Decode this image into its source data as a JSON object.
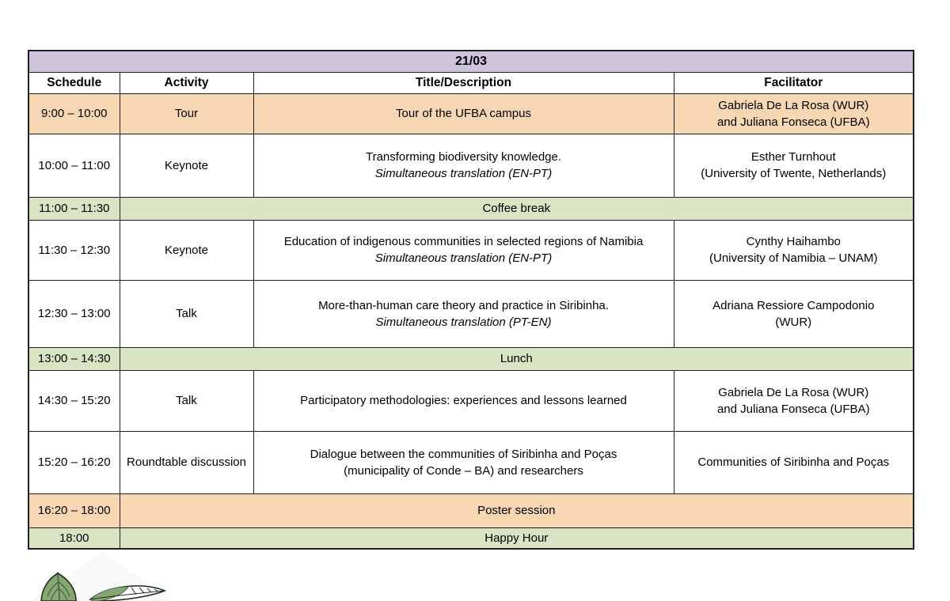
{
  "table": {
    "date": "21/03",
    "columns": [
      "Schedule",
      "Activity",
      "Title/Description",
      "Facilitator"
    ],
    "rows": [
      {
        "time": "9:00 – 10:00",
        "activity": "Tour",
        "title": "Tour of the UFBA campus",
        "fac1": "Gabriela De La Rosa (WUR)",
        "fac2": "and Juliana Fonseca (UFBA)"
      },
      {
        "time": "10:00 – 11:00",
        "activity": "Keynote",
        "title": "Transforming biodiversity knowledge.",
        "note": "Simultaneous translation (EN-PT)",
        "fac1": "Esther Turnhout",
        "fac2": "(University of Twente, Netherlands)"
      },
      {
        "time": "11:00 – 11:30",
        "label": "Coffee break"
      },
      {
        "time": "11:30 – 12:30",
        "activity": "Keynote",
        "title": "Education of indigenous communities in selected regions of Namibia",
        "note": "Simultaneous translation (EN-PT)",
        "fac1": "Cynthy Haihambo",
        "fac2": "(University of Namibia – UNAM)"
      },
      {
        "time": "12:30 – 13:00",
        "activity": "Talk",
        "title": "More-than-human care theory and practice in Siribinha.",
        "note": "Simultaneous translation (PT-EN)",
        "fac1": "Adriana Ressiore Campodonio",
        "fac2": "(WUR)"
      },
      {
        "time": "13:00 – 14:30",
        "label": "Lunch"
      },
      {
        "time": "14:30 – 15:20",
        "activity": "Talk",
        "title": "Participatory methodologies: experiences and lessons learned",
        "fac1": "Gabriela De La Rosa (WUR)",
        "fac2": "and Juliana Fonseca (UFBA)"
      },
      {
        "time": "15:20 – 16:20",
        "activity": "Roundtable discussion",
        "title": "Dialogue between the communities of Siribinha and Poças",
        "title2": "(municipality of Conde – BA) and researchers",
        "fac1": "Communities of Siribinha and Poças"
      },
      {
        "time": "16:20 – 18:00",
        "label": "Poster session"
      },
      {
        "time": "18:00",
        "label": "Happy Hour"
      }
    ]
  },
  "colors": {
    "date_header_bg": "#ccc4db",
    "highlight_row_bg": "#f7d6b4",
    "break_row_bg": "#d8e4c3",
    "table_border": "#1f1f1f",
    "text": "#000000",
    "leaf_green": "#85a873"
  },
  "footer": {
    "logo": "leaf-illustration"
  }
}
